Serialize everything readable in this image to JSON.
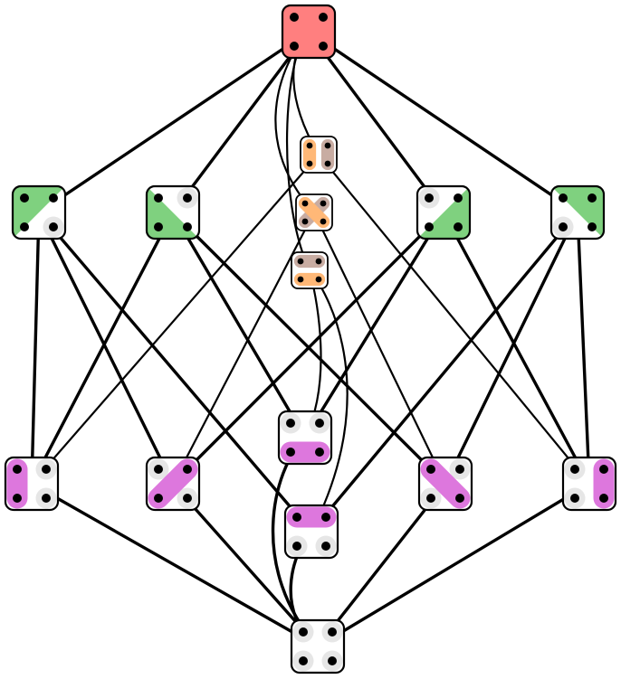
{
  "colors": {
    "top": "#ff7f7f",
    "green": "#7fd17f",
    "pink": "#dd77dd",
    "orange": "#ffb877",
    "brown": "#c8aca2",
    "blank": "#ffffff",
    "edge": "#000000"
  },
  "nodes": [
    {
      "id": "top-all-merged",
      "fill": "top",
      "size": "large"
    },
    {
      "id": "green-tl-tr-bl",
      "fill": "tri-bl-empty-br",
      "size": "large"
    },
    {
      "id": "green-tl-bl-br",
      "fill": "tri-tr-empty",
      "size": "large"
    },
    {
      "id": "green-tr-bl-br",
      "fill": "tri-tl-empty",
      "size": "large"
    },
    {
      "id": "green-tl-tr-br",
      "fill": "tri-bl-empty",
      "size": "large"
    },
    {
      "id": "orange-vertical",
      "fill": "pairs-vertical",
      "size": "small"
    },
    {
      "id": "orange-diagonal",
      "fill": "pairs-diagonal",
      "size": "small"
    },
    {
      "id": "orange-horizontal",
      "fill": "pairs-horizontal",
      "size": "small"
    },
    {
      "id": "pink-left",
      "fill": "bar-left",
      "size": "large"
    },
    {
      "id": "pink-anti-diagonal",
      "fill": "bar-antidiag",
      "size": "large"
    },
    {
      "id": "pink-bottom",
      "fill": "bar-bottom",
      "size": "large"
    },
    {
      "id": "pink-top",
      "fill": "bar-top",
      "size": "large"
    },
    {
      "id": "pink-diagonal",
      "fill": "bar-diag",
      "size": "large"
    },
    {
      "id": "pink-right",
      "fill": "bar-right",
      "size": "large"
    },
    {
      "id": "bottom-all-separate",
      "fill": "blank",
      "size": "large"
    }
  ],
  "edges": [
    [
      "top-all-merged",
      "green-tl-tr-bl"
    ],
    [
      "top-all-merged",
      "green-tl-bl-br"
    ],
    [
      "top-all-merged",
      "green-tr-bl-br"
    ],
    [
      "top-all-merged",
      "green-tl-tr-br"
    ],
    [
      "top-all-merged",
      "orange-vertical"
    ],
    [
      "top-all-merged",
      "orange-diagonal"
    ],
    [
      "top-all-merged",
      "orange-horizontal"
    ],
    [
      "green-tl-tr-bl",
      "pink-left"
    ],
    [
      "green-tl-tr-bl",
      "pink-anti-diagonal"
    ],
    [
      "green-tl-tr-bl",
      "pink-top"
    ],
    [
      "green-tl-bl-br",
      "pink-left"
    ],
    [
      "green-tl-bl-br",
      "pink-bottom"
    ],
    [
      "green-tl-bl-br",
      "pink-diagonal"
    ],
    [
      "green-tr-bl-br",
      "pink-anti-diagonal"
    ],
    [
      "green-tr-bl-br",
      "pink-bottom"
    ],
    [
      "green-tr-bl-br",
      "pink-right"
    ],
    [
      "green-tl-tr-br",
      "pink-top"
    ],
    [
      "green-tl-tr-br",
      "pink-diagonal"
    ],
    [
      "green-tl-tr-br",
      "pink-right"
    ],
    [
      "orange-vertical",
      "pink-left"
    ],
    [
      "orange-vertical",
      "pink-right"
    ],
    [
      "orange-diagonal",
      "pink-anti-diagonal"
    ],
    [
      "orange-diagonal",
      "pink-diagonal"
    ],
    [
      "orange-horizontal",
      "pink-bottom"
    ],
    [
      "orange-horizontal",
      "pink-top"
    ],
    [
      "pink-left",
      "bottom-all-separate"
    ],
    [
      "pink-anti-diagonal",
      "bottom-all-separate"
    ],
    [
      "pink-bottom",
      "bottom-all-separate"
    ],
    [
      "pink-top",
      "bottom-all-separate"
    ],
    [
      "pink-diagonal",
      "bottom-all-separate"
    ],
    [
      "pink-right",
      "bottom-all-separate"
    ]
  ]
}
